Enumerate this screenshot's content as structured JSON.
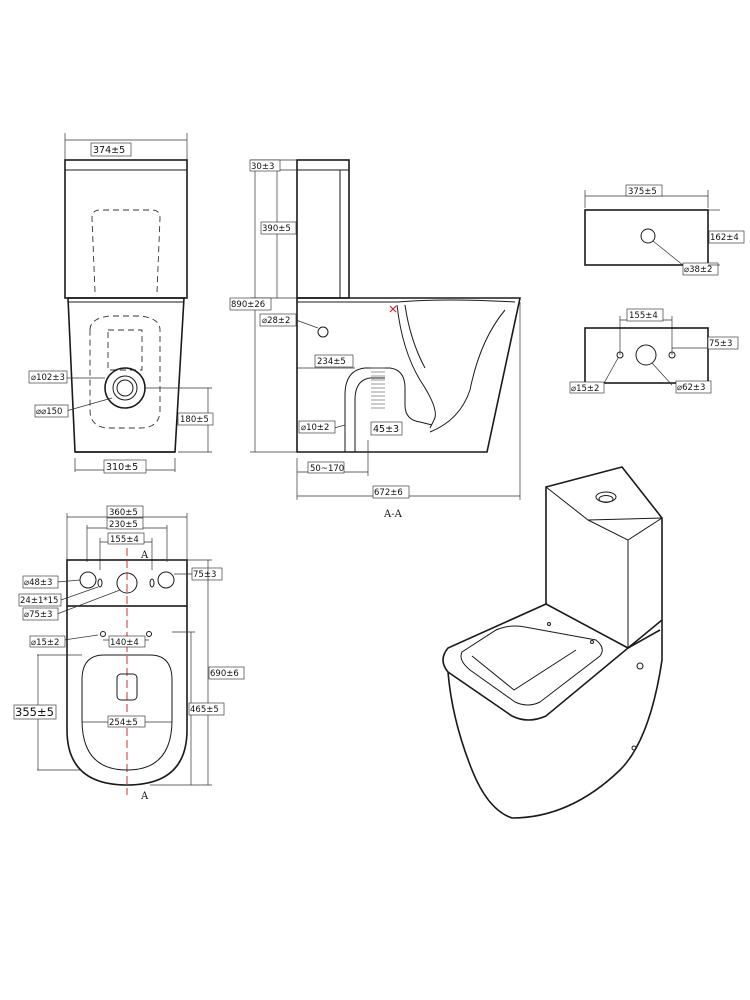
{
  "front_view": {
    "width_top": "374±5",
    "width_base": "310±5",
    "outlet_dia": "⌀102±3",
    "outlet_dia2": "⌀⌀150",
    "outlet_height": "180±5"
  },
  "section_view": {
    "lid_thk": "30±3",
    "tank_h": "390±5",
    "total_h": "890±26",
    "inlet_dia": "⌀28±2",
    "trap_width": "234±5",
    "side_dia": "⌀10±2",
    "outlet_gap": "45±3",
    "offset_range": "50~170",
    "total_len": "672±6",
    "section_label": "A-A"
  },
  "tank_top_view": {
    "width": "375±5",
    "depth": "162±4",
    "hole_dia": "⌀38±2"
  },
  "tank_base_view": {
    "hole_spacing": "155±4",
    "edge_offset": "75±3",
    "small_hole": "⌀15±2",
    "center_hole": "⌀62±3"
  },
  "plan_view": {
    "outer_width": "360±5",
    "mid_width": "230±5",
    "hole_spacing": "155±4",
    "section_mark": "A",
    "bolt_dia": "⌀48±3",
    "slot": "24±1*15",
    "center_dia": "⌀75±3",
    "edge_offset": "75±3",
    "fix_hole": "⌀15±2",
    "fix_spacing": "140±4",
    "bowl_depth": "355±5",
    "bowl_width": "254±5",
    "total_depth": "690±6",
    "front_depth": "465±5"
  }
}
